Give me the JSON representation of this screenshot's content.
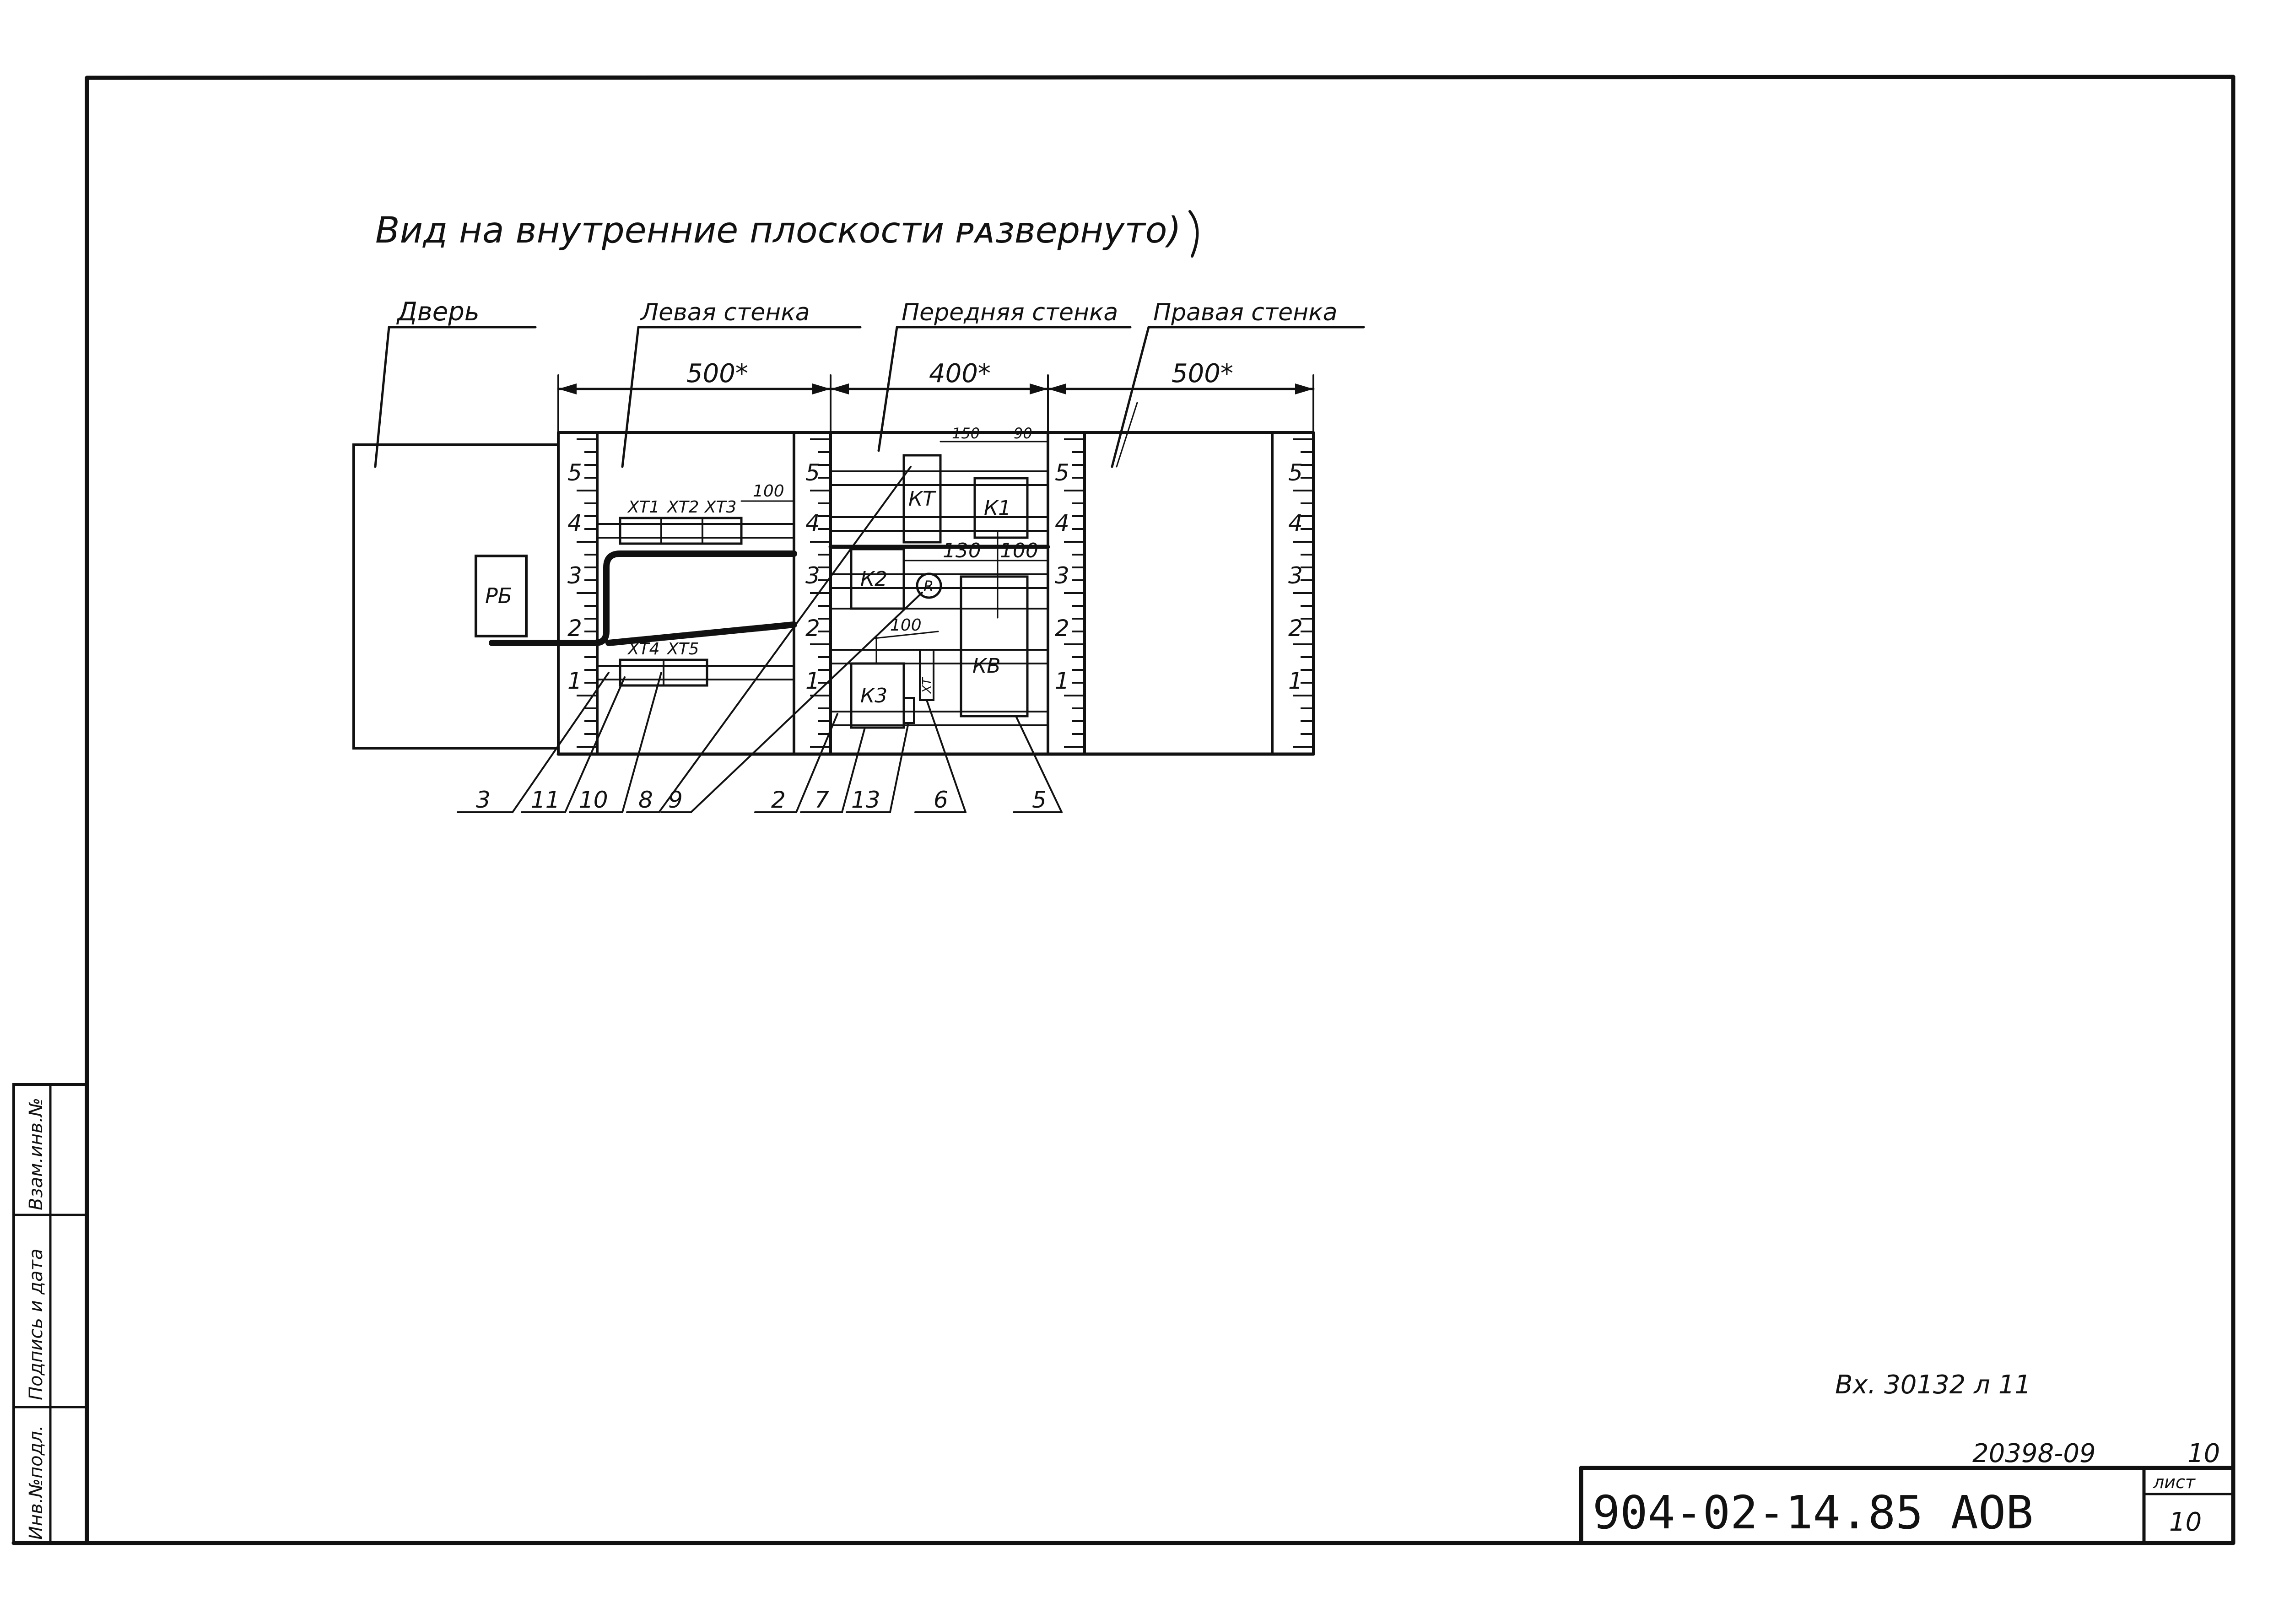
{
  "title": "Вид на внутренние плоскости ᴩᴀзвернуто)",
  "panels": {
    "door": "Дверь",
    "left": "Левая стенка",
    "front": "Передняя стенка",
    "right": "Правая стенка"
  },
  "dimensions": {
    "left_width": "500*",
    "front_width": "400*",
    "right_width": "500*",
    "kt_k1_gap": "150",
    "k1_right": "90",
    "terminals_right": "100",
    "k2_kb_gap": "130",
    "kb_right": "100",
    "k3_top": "100"
  },
  "rail_numbers": [
    "5",
    "4",
    "3",
    "2",
    "1"
  ],
  "devices": {
    "rb": "РБ",
    "kt": "КТ",
    "k1": "К1",
    "k2": "К2",
    "k3": "К3",
    "kb": "КВ",
    "r": "R",
    "small_vertical": "ХТ",
    "terminals_top": [
      "ХТ1",
      "ХТ2",
      "ХТ3"
    ],
    "terminals_bottom": [
      "ХТ4",
      "ХТ5"
    ]
  },
  "callouts": [
    "3",
    "11",
    "10",
    "8",
    "9",
    "2",
    "7",
    "13",
    "6",
    "5"
  ],
  "side_stamp": {
    "cell1": "Инв.№подл.",
    "cell2": "Подпись и дата",
    "cell3": "Взам.инв.№"
  },
  "inventory_note": "Вх. 30132 л 11",
  "archive_number": "20398-09",
  "archive_sheet": "10",
  "title_block": {
    "designation": "904-02-14.85 АОВ",
    "sheet_label": "лист",
    "sheet_number": "10"
  }
}
